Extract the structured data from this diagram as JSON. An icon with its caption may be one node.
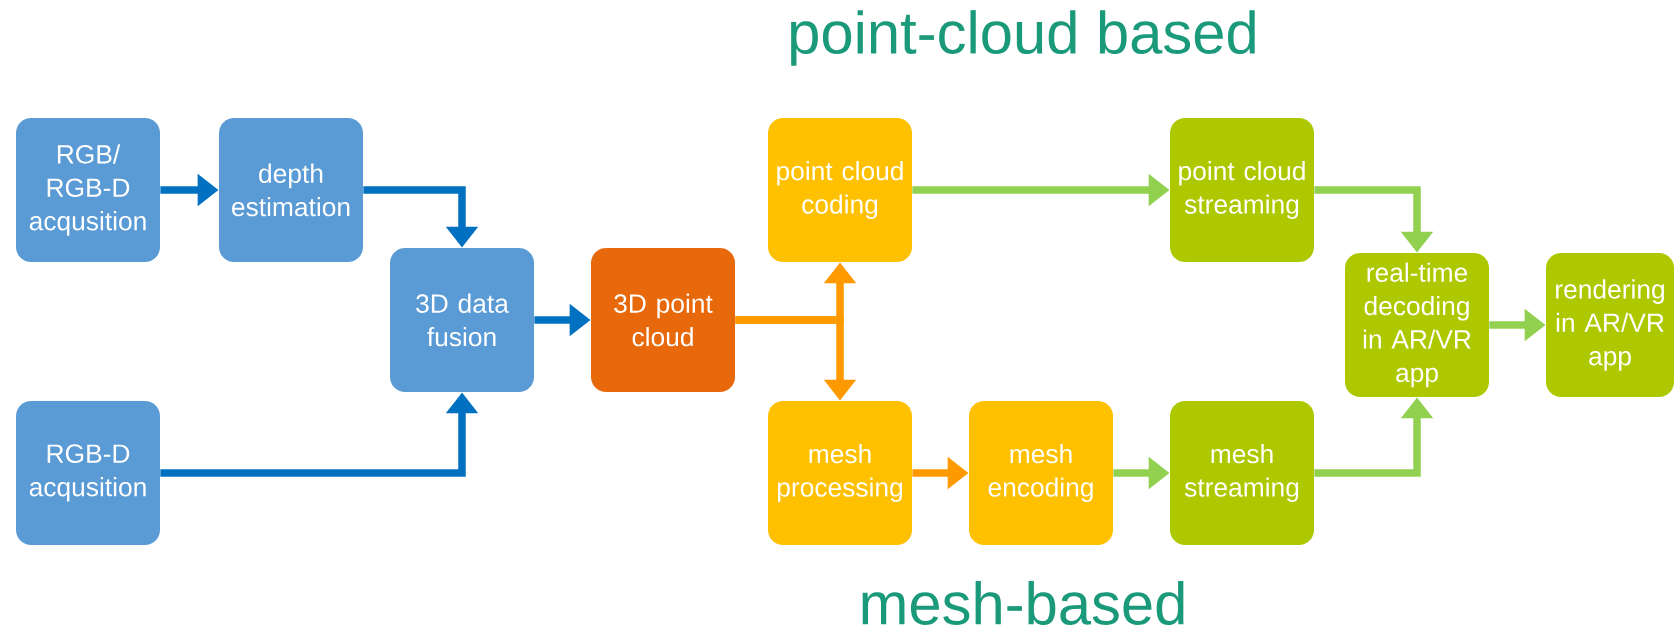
{
  "diagram": {
    "nodes": [
      {
        "text": [
          "RGB/ RGB-D acqusition"
        ]
      },
      {
        "text": [
          "depth estimation"
        ]
      },
      {
        "text": [
          "RGB-D acqusition"
        ]
      },
      {
        "text": [
          "3D data fusion"
        ]
      },
      {
        "text": [
          "3D point cloud"
        ]
      },
      {
        "text": [
          "point cloud coding"
        ]
      },
      {
        "text": [
          "point cloud streaming"
        ]
      },
      {
        "text": [
          "real-time decoding in AR/VR app"
        ]
      },
      {
        "text": [
          "rendering in AR/VR app"
        ]
      },
      {
        "text": [
          "mesh processing"
        ]
      },
      {
        "text": [
          "mesh encoding"
        ]
      },
      {
        "text": [
          "mesh streaming"
        ]
      }
    ],
    "edges": [
      {
        "from": 0,
        "to": 1,
        "arrow": "to",
        "color": "#0070c0"
      },
      {
        "from": 1,
        "to": 3,
        "arrow": "to",
        "color": "#0070c0"
      },
      {
        "from": 2,
        "to": 3,
        "arrow": "to",
        "color": "#0070c0"
      },
      {
        "from": 3,
        "to": 4,
        "arrow": "to",
        "color": "#0070c0"
      },
      {
        "from": 4,
        "to": 5,
        "arrow": "to",
        "color": "#ff9900"
      },
      {
        "from": 4,
        "to": 9,
        "arrow": "to",
        "color": "#ff9900"
      },
      {
        "from": 9,
        "to": 10,
        "arrow": "to",
        "color": "#ff9900"
      },
      {
        "from": 5,
        "to": 6,
        "arrow": "to"
      },
      {
        "from": 10,
        "to": 11,
        "arrow": "to"
      },
      {
        "from": 6,
        "to": 7,
        "arrow": "to"
      },
      {
        "from": 11,
        "to": 7,
        "arrow": "to"
      },
      {
        "from": 7,
        "to": 8,
        "arrow": "to"
      }
    ],
    "labels": [
      "point-cloud based",
      "mesh-based"
    ]
  }
}
